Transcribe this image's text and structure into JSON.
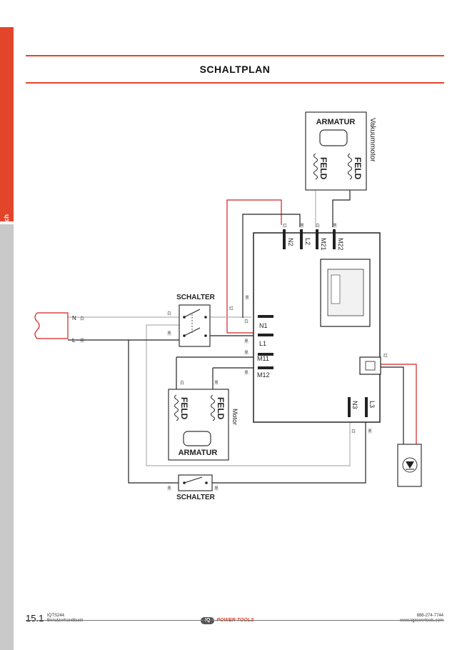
{
  "sidebar": {
    "language_tab": "Deutsch"
  },
  "page": {
    "title": "SCHALTPLAN"
  },
  "diagram": {
    "vacuum_motor": {
      "title": "Vakuummotor",
      "armature": "ARMATUR",
      "field_left": "FELD",
      "field_right": "FELD"
    },
    "main_motor": {
      "title": "Motor",
      "armature": "ARMATUR",
      "field_left": "FELD",
      "field_right": "FELD"
    },
    "switch_top": "SCHALTER",
    "switch_bottom": "SCHALTER",
    "power_labels": {
      "neutral": "N",
      "line": "L"
    },
    "terminals": {
      "n2": "N2",
      "l2": "L2",
      "m21": "M21",
      "m22": "M22",
      "n1": "N1",
      "l1": "L1",
      "m11": "M11",
      "m12": "M12",
      "n3": "N3",
      "l3": "L3"
    },
    "wire_colors": {
      "white": "白",
      "black": "黑",
      "red": "红"
    },
    "colors": {
      "red_wire": "#d42020",
      "grey_wire": "#b0b0b0",
      "black_wire": "#222222",
      "accent": "#e2452a"
    }
  },
  "footer": {
    "page_number": "15.1",
    "model": "IQTS244",
    "manual": "Benutzerhandbuch",
    "logo_badge": "IQ",
    "logo_text": "POWER TOOLS",
    "phone": "888-274-7744",
    "website": "www.iqpowertools.com"
  }
}
